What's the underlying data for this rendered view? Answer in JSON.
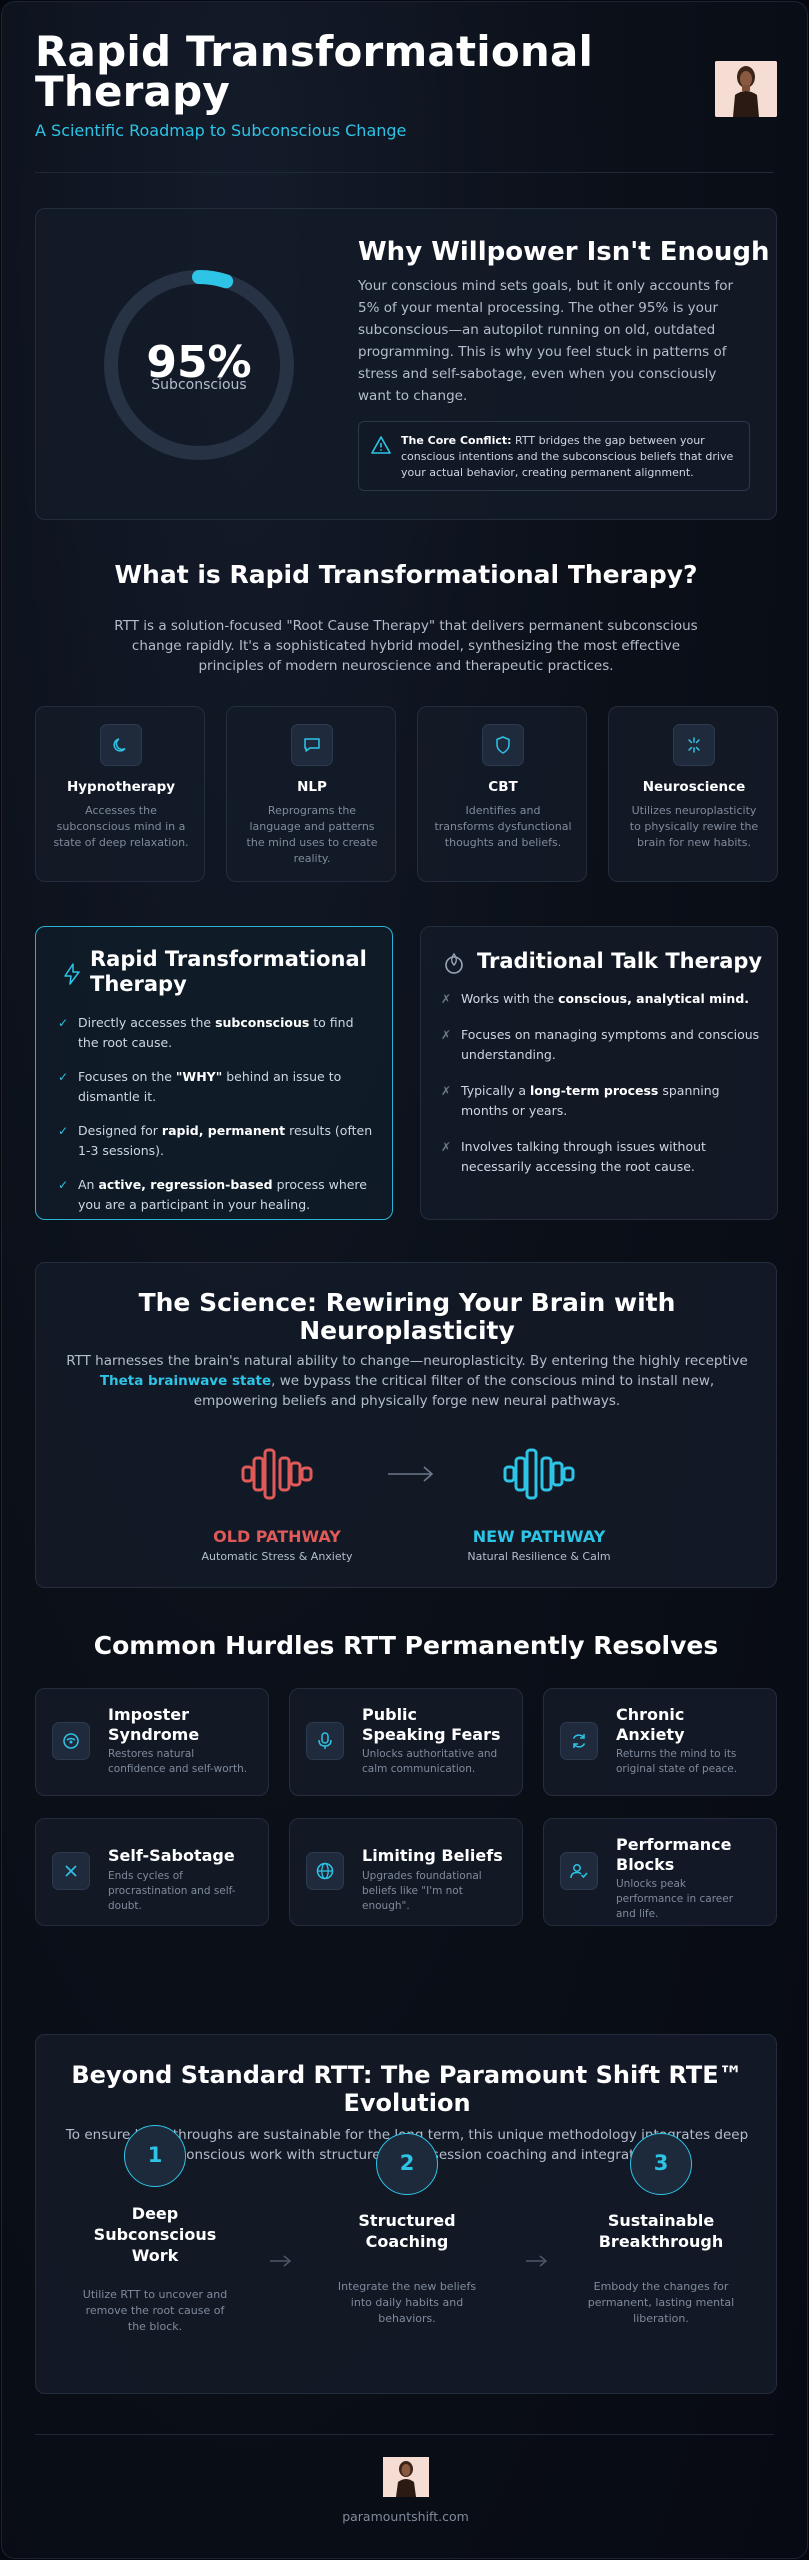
{
  "header": {
    "title_line1": "Rapid Transformational",
    "title_line2": "Therapy",
    "subtitle": "A Scientific Roadmap to Subconscious Change"
  },
  "willpower": {
    "gauge_value": "95%",
    "gauge_label": "Subconscious",
    "gauge_fill_fraction": 0.05,
    "heading": "Why Willpower Isn't Enough",
    "body": "Your conscious mind sets goals, but it only accounts for 5% of your mental processing. The other 95% is your subconscious—an autopilot running on old, outdated programming. This is why you feel stuck in patterns of stress and self-sabotage, even when you consciously want to change.",
    "conflict_label": "The Core Conflict:",
    "conflict_text": " RTT bridges the gap between your conscious intentions and the subconscious beliefs that drive your actual behavior, creating permanent alignment."
  },
  "what_is": {
    "heading": "What is Rapid Transformational Therapy?",
    "body": "RTT is a solution-focused \"Root Cause Therapy\" that delivers permanent subconscious change rapidly. It's a sophisticated hybrid model, synthesizing the most effective principles of modern neuroscience and therapeutic practices.",
    "pillars": [
      {
        "title": "Hypnotherapy",
        "desc": "Accesses the subconscious mind in a state of deep relaxation.",
        "icon": "moon-icon"
      },
      {
        "title": "NLP",
        "desc": "Reprograms the language and patterns the mind uses to create reality.",
        "icon": "chat-icon"
      },
      {
        "title": "CBT",
        "desc": "Identifies and transforms dysfunctional thoughts and beliefs.",
        "icon": "shield-icon"
      },
      {
        "title": "Neuroscience",
        "desc": "Utilizes neuroplasticity to physically rewire the brain for new habits.",
        "icon": "sparkle-icon"
      }
    ]
  },
  "compare": {
    "rtt_title_line1": "Rapid Transformational",
    "rtt_title_line2": "Therapy",
    "rtt_items": [
      {
        "pre": "Directly accesses the ",
        "b": "subconscious",
        "post": " to find the root cause."
      },
      {
        "pre": "Focuses on the ",
        "b": "\"WHY\"",
        "post": " behind an issue to dismantle it."
      },
      {
        "pre": "Designed for ",
        "b": "rapid, permanent",
        "post": " results (often 1-3 sessions)."
      },
      {
        "pre": "An ",
        "b": "active, regression-based",
        "post": " process where you are a participant in your healing."
      }
    ],
    "talk_title": "Traditional Talk Therapy",
    "talk_items": [
      {
        "pre": "Works with the ",
        "b": "conscious, analytical mind.",
        "post": ""
      },
      {
        "pre": "Focuses on managing symptoms and conscious understanding.",
        "b": "",
        "post": ""
      },
      {
        "pre": "Typically a ",
        "b": "long-term process",
        "post": " spanning months or years."
      },
      {
        "pre": "Involves talking through issues without necessarily accessing the root cause.",
        "b": "",
        "post": ""
      }
    ]
  },
  "science": {
    "heading_line1": "The Science: Rewiring Your Brain with",
    "heading_line2": "Neuroplasticity",
    "body_pre": "RTT harnesses the brain's natural ability to change—neuroplasticity. By entering the highly receptive ",
    "body_highlight": "Theta brainwave state",
    "body_post": ", we bypass the critical filter of the conscious mind to install new, empowering beliefs and physically forge new neural pathways.",
    "old_label": "OLD PATHWAY",
    "old_sub": "Automatic Stress & Anxiety",
    "new_label": "NEW PATHWAY",
    "new_sub": "Natural Resilience & Calm",
    "old_color": "#e05a5a",
    "new_color": "#2ec4e6"
  },
  "hurdles": {
    "heading": "Common Hurdles RTT Permanently Resolves",
    "items": [
      {
        "title_l1": "Imposter",
        "title_l2": "Syndrome",
        "desc": "Restores natural confidence and self-worth.",
        "icon": "mask-icon"
      },
      {
        "title_l1": "Public",
        "title_l2": "Speaking Fears",
        "desc": "Unlocks authoritative and calm communication.",
        "icon": "microphone-icon"
      },
      {
        "title_l1": "Chronic",
        "title_l2": "Anxiety",
        "desc": "Returns the mind to its original state of peace.",
        "icon": "refresh-icon"
      },
      {
        "title_l1": "Self-Sabotage",
        "title_l2": "",
        "desc": "Ends cycles of procrastination and self-doubt.",
        "icon": "x-icon"
      },
      {
        "title_l1": "Limiting Beliefs",
        "title_l2": "",
        "desc": "Upgrades foundational beliefs like \"I'm not enough\".",
        "icon": "globe-icon"
      },
      {
        "title_l1": "Performance",
        "title_l2": "Blocks",
        "desc": "Unlocks peak performance in career and life.",
        "icon": "user-check-icon"
      }
    ]
  },
  "beyond": {
    "heading_line1": "Beyond Standard RTT: The Paramount Shift RTE™",
    "heading_line2": "Evolution",
    "body": "To ensure breakthroughs are sustainable for the long term, this unique methodology integrates deep subconscious work with structured, post-session coaching and integration.",
    "steps": [
      {
        "num": "1",
        "title": "Deep Subconscious Work",
        "desc": "Utilize RTT to uncover and remove the root cause of the block."
      },
      {
        "num": "2",
        "title": "Structured Coaching",
        "desc": "Integrate the new beliefs into daily habits and behaviors."
      },
      {
        "num": "3",
        "title": "Sustainable Breakthrough",
        "desc": "Embody the changes for permanent, lasting mental liberation."
      }
    ]
  },
  "footer": {
    "site": "paramountshift.com"
  }
}
